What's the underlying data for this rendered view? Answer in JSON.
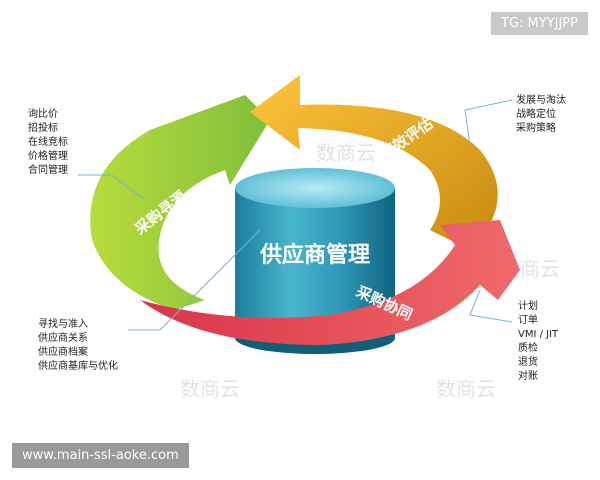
{
  "diagram": {
    "center_title": "供应商管理",
    "segments": [
      {
        "label": "采购寻源",
        "color": "#8cc63f"
      },
      {
        "label": "绩效评估",
        "color": "#f0a818"
      },
      {
        "label": "采购协同",
        "color": "#e0404a"
      }
    ],
    "lists": {
      "top_left": [
        "询比价",
        "招投标",
        "在线竞标",
        "价格管理",
        "合同管理"
      ],
      "top_right": [
        "发展与淘汰",
        "战略定位",
        "采购策略"
      ],
      "bottom_left": [
        "寻找与准入",
        "供应商关系",
        "供应商档案",
        "供应商基库与优化"
      ],
      "bottom_right": [
        "计划",
        "订单",
        "VMI / JIT",
        "质检",
        "退货",
        "对账"
      ]
    },
    "watermark": "数商云"
  },
  "overlay": {
    "tag": "TG: MYYJJPP",
    "url": "www.main-ssl-aoke.com"
  }
}
